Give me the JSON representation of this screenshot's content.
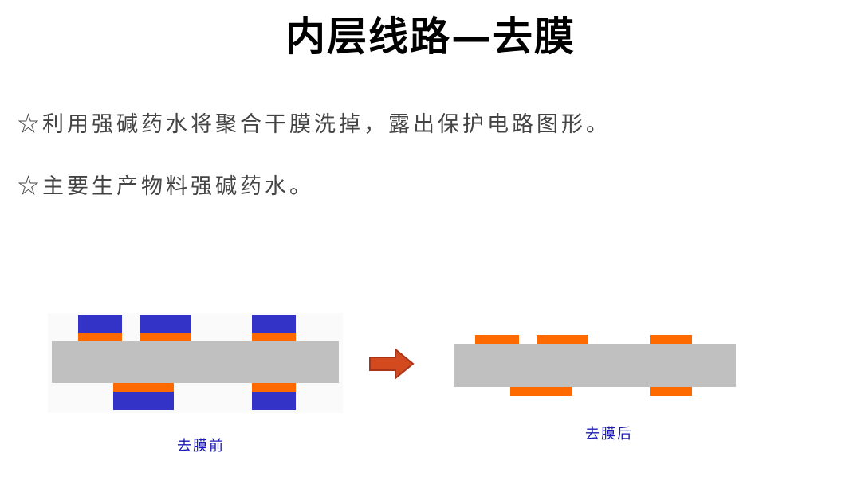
{
  "title": "内层线路—去膜",
  "bullets": [
    "☆利用强碱药水将聚合干膜洗掉，露出保护电路图形。",
    "☆主要生产物料强碱药水。"
  ],
  "diagram": {
    "before_caption": "去膜前",
    "after_caption": "去膜后",
    "colors": {
      "board": "#c0c0c0",
      "dry_film": "#3333c8",
      "copper": "#ff6a00",
      "arrow": "#d24a1e"
    }
  }
}
